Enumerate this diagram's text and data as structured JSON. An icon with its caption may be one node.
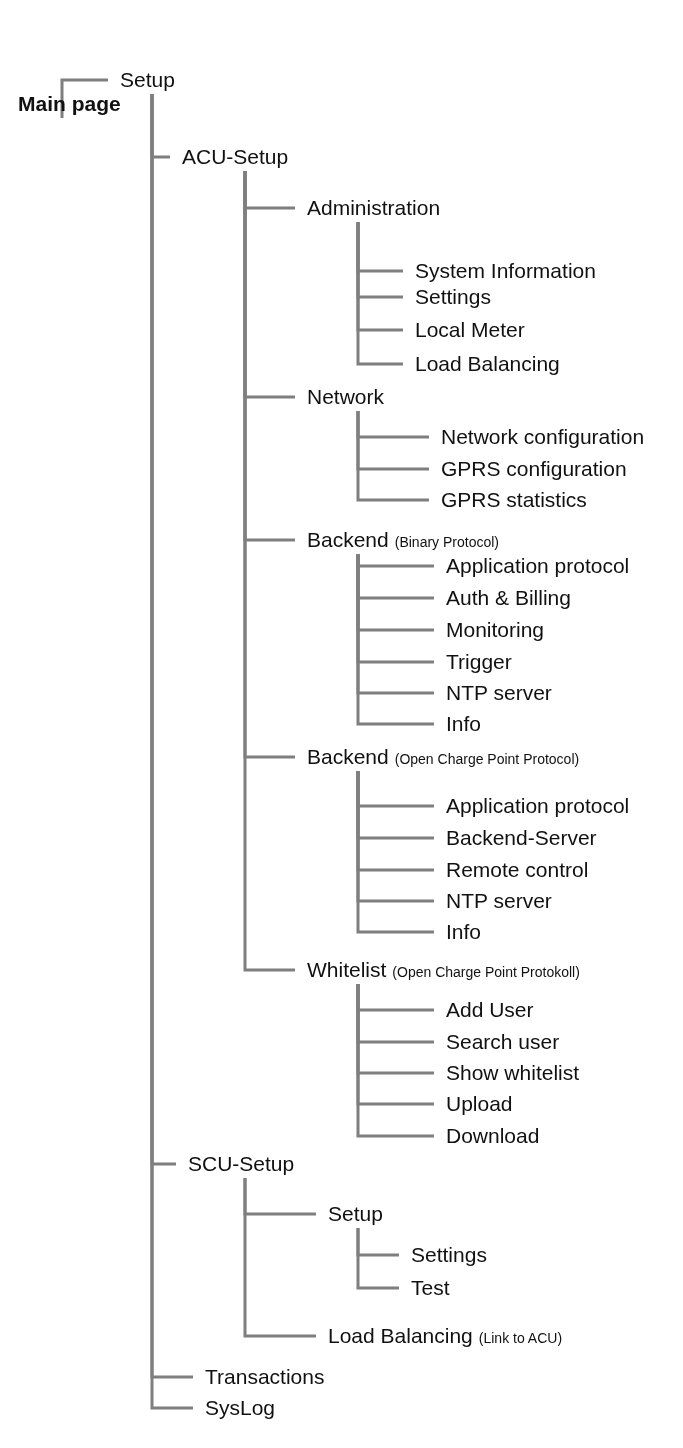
{
  "diagram": {
    "nodes": [
      {
        "text": [
          "Main page"
        ]
      },
      {
        "text": [
          "Setup"
        ]
      },
      {
        "text": [
          "ACU-Setup"
        ]
      },
      {
        "text": [
          "Administration"
        ]
      },
      {
        "text": [
          "System Information"
        ]
      },
      {
        "text": [
          "Settings"
        ]
      },
      {
        "text": [
          "Local Meter"
        ]
      },
      {
        "text": [
          "Load Balancing"
        ]
      },
      {
        "text": [
          "Network"
        ]
      },
      {
        "text": [
          "Network configuration"
        ]
      },
      {
        "text": [
          "GPRS configuration"
        ]
      },
      {
        "text": [
          "GPRS statistics"
        ]
      },
      {
        "text": [
          "Backend"
        ],
        "beside": [
          "(Binary Protocol)"
        ]
      },
      {
        "text": [
          "Application protocol"
        ]
      },
      {
        "text": [
          "Auth & Billing"
        ]
      },
      {
        "text": [
          "Monitoring"
        ]
      },
      {
        "text": [
          "Trigger"
        ]
      },
      {
        "text": [
          "NTP server"
        ]
      },
      {
        "text": [
          "Info"
        ]
      },
      {
        "text": [
          "Backend"
        ],
        "beside": [
          "(Open Charge Point Protocol)"
        ]
      },
      {
        "text": [
          "Application protocol"
        ]
      },
      {
        "text": [
          "Backend-Server"
        ]
      },
      {
        "text": [
          "Remote control"
        ]
      },
      {
        "text": [
          "NTP server"
        ]
      },
      {
        "text": [
          "Info"
        ]
      },
      {
        "text": [
          "Whitelist"
        ],
        "beside": [
          "(Open Charge Point Protokoll)"
        ]
      },
      {
        "text": [
          "Add User"
        ]
      },
      {
        "text": [
          "Search user"
        ]
      },
      {
        "text": [
          "Show whitelist"
        ]
      },
      {
        "text": [
          "Upload"
        ]
      },
      {
        "text": [
          "Download"
        ]
      },
      {
        "text": [
          "SCU-Setup"
        ]
      },
      {
        "text": [
          "Setup"
        ]
      },
      {
        "text": [
          "Settings"
        ]
      },
      {
        "text": [
          "Test"
        ]
      },
      {
        "text": [
          "Load Balancing"
        ],
        "beside": [
          "(Link to ACU)"
        ]
      },
      {
        "text": [
          "Transactions"
        ]
      },
      {
        "text": [
          "SysLog"
        ]
      }
    ],
    "edges": [
      {
        "from": 0,
        "to": 1,
        "arrow": "none"
      },
      {
        "from": 1,
        "to": 2,
        "arrow": "none"
      },
      {
        "from": 2,
        "to": 3,
        "arrow": "none"
      },
      {
        "from": 3,
        "to": 4,
        "arrow": "none"
      },
      {
        "from": 3,
        "to": 5,
        "arrow": "none"
      },
      {
        "from": 3,
        "to": 6,
        "arrow": "none"
      },
      {
        "from": 3,
        "to": 7,
        "arrow": "none"
      },
      {
        "from": 2,
        "to": 8,
        "arrow": "none"
      },
      {
        "from": 8,
        "to": 9,
        "arrow": "none"
      },
      {
        "from": 8,
        "to": 10,
        "arrow": "none"
      },
      {
        "from": 8,
        "to": 11,
        "arrow": "none"
      },
      {
        "from": 2,
        "to": 12,
        "arrow": "none"
      },
      {
        "from": 12,
        "to": 13,
        "arrow": "none"
      },
      {
        "from": 12,
        "to": 14,
        "arrow": "none"
      },
      {
        "from": 12,
        "to": 15,
        "arrow": "none"
      },
      {
        "from": 12,
        "to": 16,
        "arrow": "none"
      },
      {
        "from": 12,
        "to": 17,
        "arrow": "none"
      },
      {
        "from": 12,
        "to": 18,
        "arrow": "none"
      },
      {
        "from": 2,
        "to": 19,
        "arrow": "none"
      },
      {
        "from": 19,
        "to": 20,
        "arrow": "none"
      },
      {
        "from": 19,
        "to": 21,
        "arrow": "none"
      },
      {
        "from": 19,
        "to": 22,
        "arrow": "none"
      },
      {
        "from": 19,
        "to": 23,
        "arrow": "none"
      },
      {
        "from": 19,
        "to": 24,
        "arrow": "none"
      },
      {
        "from": 2,
        "to": 25,
        "arrow": "none"
      },
      {
        "from": 25,
        "to": 26,
        "arrow": "none"
      },
      {
        "from": 25,
        "to": 27,
        "arrow": "none"
      },
      {
        "from": 25,
        "to": 28,
        "arrow": "none"
      },
      {
        "from": 25,
        "to": 29,
        "arrow": "none"
      },
      {
        "from": 25,
        "to": 30,
        "arrow": "none"
      },
      {
        "from": 1,
        "to": 31,
        "arrow": "none"
      },
      {
        "from": 31,
        "to": 32,
        "arrow": "none"
      },
      {
        "from": 32,
        "to": 33,
        "arrow": "none"
      },
      {
        "from": 32,
        "to": 34,
        "arrow": "none"
      },
      {
        "from": 31,
        "to": 35,
        "arrow": "none"
      },
      {
        "from": 1,
        "to": 36,
        "arrow": "none"
      },
      {
        "from": 1,
        "to": 37,
        "arrow": "none"
      }
    ]
  }
}
